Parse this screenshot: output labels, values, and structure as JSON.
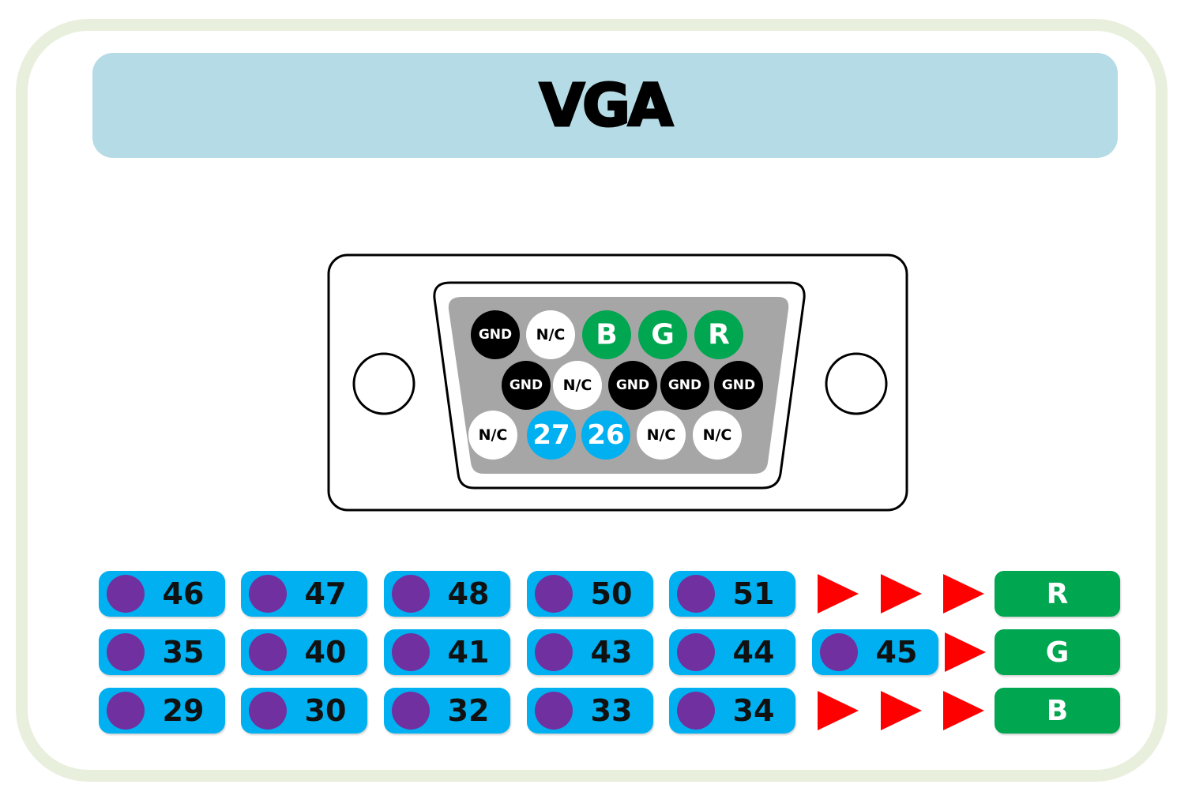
{
  "title": "VGA",
  "colors": {
    "banner": "#b5dce6",
    "frame": "#e8efdd",
    "gnd": "#000000",
    "nc": "#ffffff",
    "color_pin": "#00a650",
    "signal_pin": "#00b0f0",
    "chip": "#00b0f0",
    "chip_dot": "#7030a0",
    "arrow": "#ff0000",
    "output": "#00a650"
  },
  "connector": {
    "rows": [
      [
        {
          "label": "GND",
          "kind": "gnd"
        },
        {
          "label": "N/C",
          "kind": "nc"
        },
        {
          "label": "B",
          "kind": "color"
        },
        {
          "label": "G",
          "kind": "color"
        },
        {
          "label": "R",
          "kind": "color"
        }
      ],
      [
        {
          "label": "GND",
          "kind": "gnd"
        },
        {
          "label": "N/C",
          "kind": "nc"
        },
        {
          "label": "GND",
          "kind": "gnd"
        },
        {
          "label": "GND",
          "kind": "gnd"
        },
        {
          "label": "GND",
          "kind": "gnd"
        }
      ],
      [
        {
          "label": "N/C",
          "kind": "nc"
        },
        {
          "label": "27",
          "kind": "signal"
        },
        {
          "label": "26",
          "kind": "signal"
        },
        {
          "label": "N/C",
          "kind": "nc"
        },
        {
          "label": "N/C",
          "kind": "nc"
        }
      ]
    ]
  },
  "pin_grid": {
    "rows": [
      {
        "chips": [
          "46",
          "47",
          "48",
          "50",
          "51"
        ],
        "extra_chip": null,
        "arrows": 3,
        "output": "R"
      },
      {
        "chips": [
          "35",
          "40",
          "41",
          "43",
          "44"
        ],
        "extra_chip": "45",
        "arrows": 1,
        "output": "G"
      },
      {
        "chips": [
          "29",
          "30",
          "32",
          "33",
          "34"
        ],
        "extra_chip": null,
        "arrows": 3,
        "output": "B"
      }
    ]
  }
}
